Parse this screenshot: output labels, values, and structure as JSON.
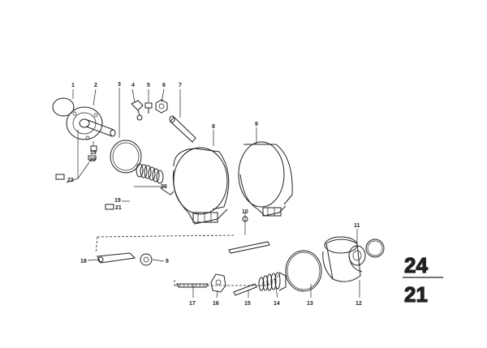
{
  "diagram": {
    "part_numbers": {
      "p1": "1",
      "p2": "2",
      "p3": "3",
      "p4": "4",
      "p5": "5",
      "p6": "6",
      "p7": "7",
      "p8": "8",
      "p9": "9",
      "p10": "10",
      "p11": "11",
      "p12": "12",
      "p13": "13",
      "p14": "14",
      "p15": "15",
      "p16": "16",
      "p17": "17",
      "p18": "18",
      "p19": "19",
      "p20": "20",
      "p20b": "20",
      "p21": "21",
      "p22": "22"
    },
    "sub_refs": {
      "ref20": "20",
      "ref21": "21",
      "ref22": "22"
    },
    "section": {
      "top": "24",
      "bottom": "21"
    }
  }
}
